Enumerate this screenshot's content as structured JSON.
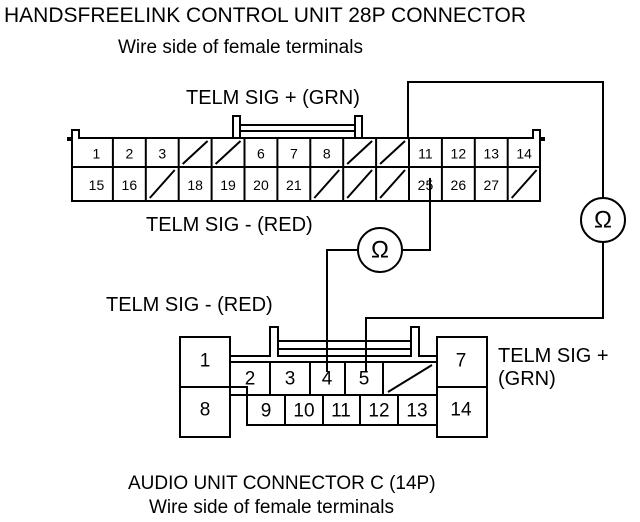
{
  "top_connector": {
    "title": "HANDSFREELINK CONTROL UNIT 28P CONNECTOR",
    "subtitle": "Wire side of female terminals",
    "row1_pins": [
      "1",
      "2",
      "3",
      "",
      "",
      "6",
      "7",
      "8",
      "",
      "",
      "11",
      "12",
      "13",
      "14"
    ],
    "row2_pins": [
      "15",
      "16",
      "",
      "18",
      "19",
      "20",
      "21",
      "",
      "",
      "",
      "25",
      "26",
      "27",
      ""
    ]
  },
  "bottom_connector": {
    "title": "AUDIO UNIT CONNECTOR C (14P)",
    "subtitle": "Wire side of female terminals",
    "pins": {
      "p1": "1",
      "p2": "2",
      "p3": "3",
      "p4": "4",
      "p5": "5",
      "p7": "7",
      "p8": "8",
      "p9": "9",
      "p10": "10",
      "p11": "11",
      "p12": "12",
      "p13": "13",
      "p14": "14"
    }
  },
  "labels": {
    "telm_sig_plus_top": "TELM SIG +  (GRN)",
    "telm_sig_minus_top": "TELM SIG -  (RED)",
    "telm_sig_minus_bottom": "TELM SIG -  (RED)",
    "telm_sig_plus_bottom_line1": "TELM SIG +",
    "telm_sig_plus_bottom_line2": "(GRN)"
  },
  "ohmmeter_symbol": "Ω",
  "icons": [
    "ohmmeter-icon"
  ]
}
